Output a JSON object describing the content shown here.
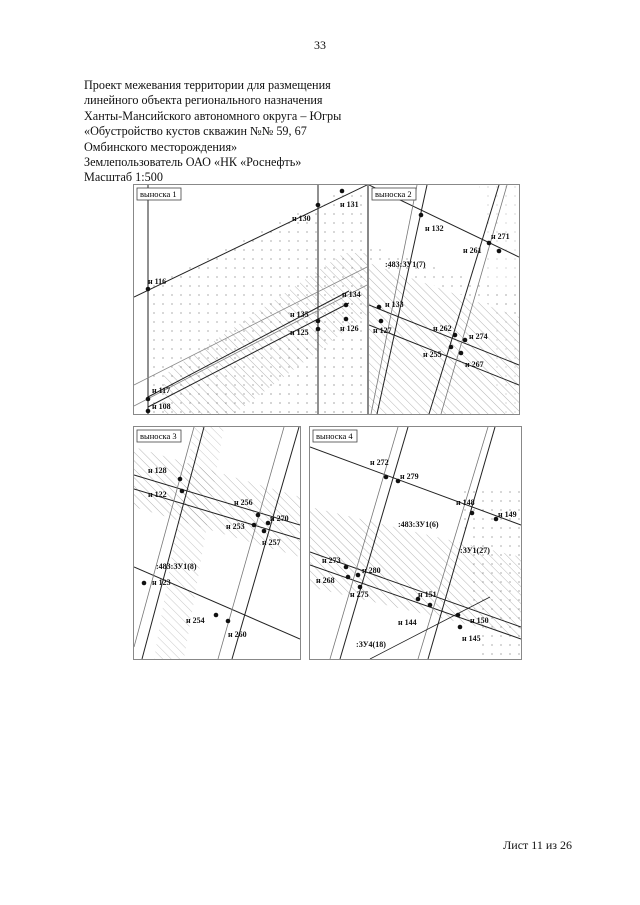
{
  "page_number": "33",
  "header_lines": [
    "Проект межевания территории для размещения",
    "линейного объекта регионального назначения",
    "Ханты-Мансийского автономного округа – Югры",
    "«Обустройство кустов скважин №№ 59, 67",
    "Омбинского месторождения»",
    "Землепользователь ОАО «НК «Роснефть»",
    "Масштаб 1:500"
  ],
  "panels": {
    "p1": {
      "callout": "выноска 1",
      "labels": [
        "н 131",
        "н 130",
        "н 116",
        "н 134",
        "н 135",
        "н 125",
        "н 126",
        "н 117",
        "н 108"
      ]
    },
    "p2": {
      "callout": "выноска 2",
      "labels": [
        "н 132",
        "н 271",
        "н 261",
        ":483:ЗУ1(7)",
        "н 133",
        "н 127",
        "н 262",
        "н 274",
        "н 255",
        "н 267"
      ]
    },
    "p3": {
      "callout": "выноска 3",
      "labels": [
        "н 128",
        "н 122",
        "н 256",
        "н 270",
        "н 253",
        "н 257",
        ":483:ЗУ1(8)",
        "н 123",
        "н 254",
        "н 260"
      ]
    },
    "p4": {
      "callout": "выноска 4",
      "labels": [
        "н 272",
        "н 279",
        "н 148",
        "н 149",
        ":483:ЗУ1(6)",
        ":ЗУ1(27)",
        "н 273",
        "н 280",
        "н 268",
        "н 275",
        "н 151",
        "н 144",
        "н 150",
        ":ЗУ4(18)",
        "н 145"
      ]
    }
  },
  "footer": "Лист 11 из 26"
}
